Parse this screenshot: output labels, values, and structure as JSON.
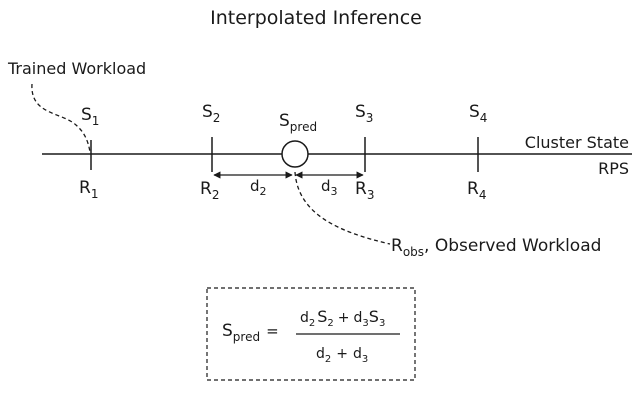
{
  "title": "Interpolated Inference",
  "trained_label": "Trained Workload",
  "axis": {
    "upper_label": "Cluster State",
    "lower_label": "RPS"
  },
  "states": [
    {
      "main": "S",
      "sub": "1"
    },
    {
      "main": "S",
      "sub": "2"
    },
    {
      "main": "S",
      "sub": "pred"
    },
    {
      "main": "S",
      "sub": "3"
    },
    {
      "main": "S",
      "sub": "4"
    }
  ],
  "rps": [
    {
      "main": "R",
      "sub": "1"
    },
    {
      "main": "R",
      "sub": "2"
    },
    {
      "main": "R",
      "sub": "3"
    },
    {
      "main": "R",
      "sub": "4"
    }
  ],
  "distances": [
    {
      "main": "d",
      "sub": "2"
    },
    {
      "main": "d",
      "sub": "3"
    }
  ],
  "observed": {
    "main": "R",
    "sub": "obs",
    "rest": ", Observed Workload"
  },
  "formula": {
    "lhs_main": "S",
    "lhs_sub": "pred",
    "equals": "=",
    "num": {
      "t1": "d",
      "t1s": "2",
      "t2": "S",
      "t2s": "2",
      "plus": "+",
      "t3": "d",
      "t3s": "3",
      "t4": "S",
      "t4s": "3"
    },
    "den": {
      "t1": "d",
      "t1s": "2",
      "plus": "+",
      "t3": "d",
      "t3s": "3"
    }
  }
}
